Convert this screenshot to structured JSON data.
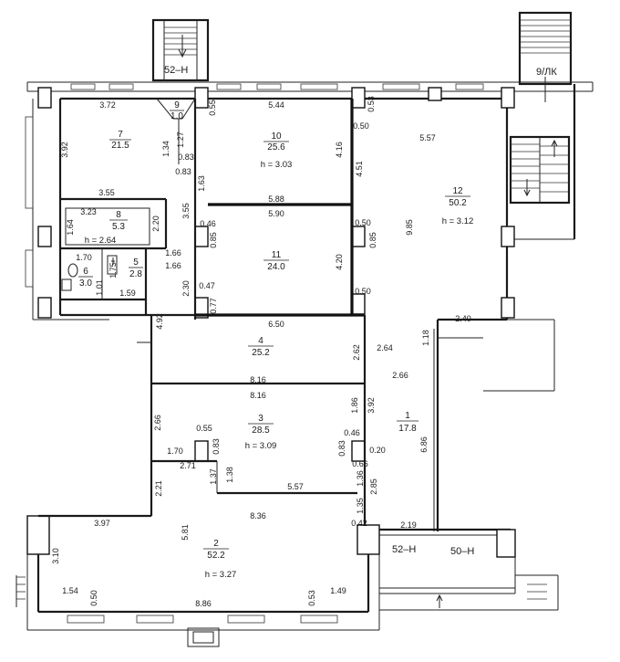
{
  "plan": {
    "rooms": [
      {
        "id": "1",
        "area": "17.8",
        "height": ""
      },
      {
        "id": "2",
        "area": "52.2",
        "height": "h = 3.27"
      },
      {
        "id": "3",
        "area": "28.5",
        "height": "h = 3.09"
      },
      {
        "id": "4",
        "area": "25.2",
        "height": ""
      },
      {
        "id": "5",
        "area": "2.8",
        "height": ""
      },
      {
        "id": "6",
        "area": "3.0",
        "height": ""
      },
      {
        "id": "7",
        "area": "21.5",
        "height": ""
      },
      {
        "id": "8",
        "area": "5.3",
        "height": "h = 2.64"
      },
      {
        "id": "9",
        "area": "1.0",
        "height": ""
      },
      {
        "id": "10",
        "area": "25.6",
        "height": "h = 3.03"
      },
      {
        "id": "11",
        "area": "24.0",
        "height": ""
      },
      {
        "id": "12",
        "area": "50.2",
        "height": "h = 3.12"
      }
    ],
    "labels": {
      "entrance_top": "52–Н",
      "entrance_right": "9/ЛК",
      "entrance_bottom_a": "52–Н",
      "entrance_bottom_b": "50–Н"
    },
    "dimensions": [
      "3.72",
      "0.55",
      "5.44",
      "0.53",
      "0.50",
      "3.92",
      "1.34",
      "1.27",
      "0.83",
      "0.83",
      "1.63",
      "4.16",
      "4.51",
      "5.57",
      "3.55",
      "3.23",
      "1.64",
      "2.20",
      "3.55",
      "5.88",
      "5.90",
      "0.46",
      "0.85",
      "0.50",
      "0.85",
      "9.85",
      "1.66",
      "1.66",
      "1.70",
      "1.75",
      "1.01",
      "1.59",
      "2.30",
      "0.47",
      "0.77",
      "4.20",
      "0.50",
      "4.92",
      "6.50",
      "2.40",
      "2.64",
      "1.18",
      "2.62",
      "2.66",
      "8.16",
      "8.16",
      "1.86",
      "3.92",
      "2.66",
      "0.55",
      "0.46",
      "0.83",
      "0.20",
      "6.86",
      "1.70",
      "0.83",
      "2.71",
      "1.37",
      "1.38",
      "0.66",
      "1.36",
      "2.85",
      "5.57",
      "1.35",
      "2.21",
      "3.97",
      "8.36",
      "5.81",
      "0.42",
      "2.19",
      "3.10",
      "1.54",
      "0.50",
      "8.86",
      "0.53",
      "1.49"
    ]
  }
}
